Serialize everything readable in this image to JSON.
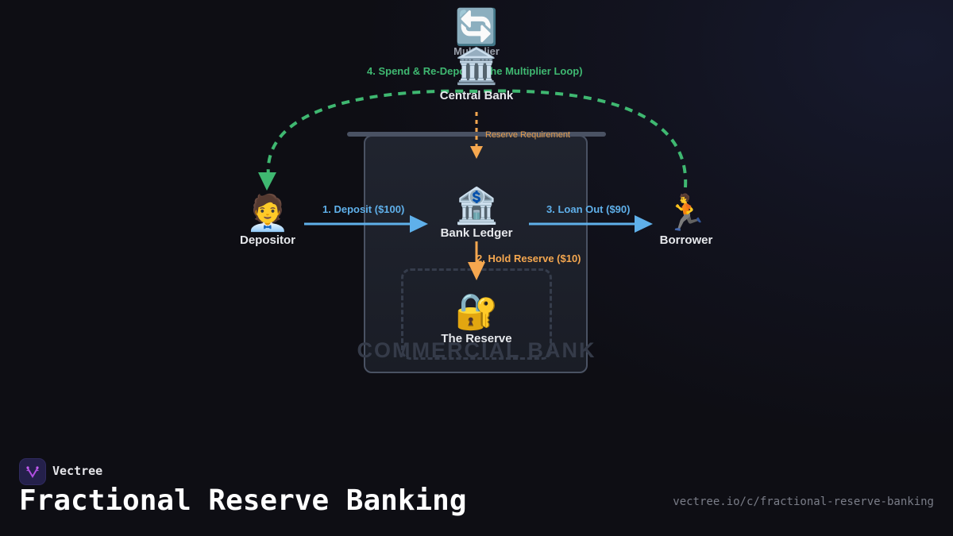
{
  "diagram": {
    "container_label": "COMMERCIAL BANK",
    "nodes": {
      "multiplier": {
        "icon": "🔄",
        "label": "Multiplier"
      },
      "central_bank": {
        "icon": "🏛️",
        "label": "Central Bank"
      },
      "depositor": {
        "icon": "🧑‍💼",
        "label": "Depositor"
      },
      "bank_ledger": {
        "icon": "🏦",
        "label": "Bank Ledger"
      },
      "borrower": {
        "icon": "🏃",
        "label": "Borrower"
      },
      "reserve": {
        "icon": "🔐",
        "label": "The Reserve"
      }
    },
    "edges": {
      "deposit": {
        "label": "1. Deposit ($100)",
        "color": "#5fb0ea"
      },
      "hold_reserve": {
        "label": "2. Hold Reserve ($10)",
        "color": "#f5a74f"
      },
      "loan_out": {
        "label": "3. Loan Out ($90)",
        "color": "#5fb0ea"
      },
      "multiplier_loop": {
        "label": "4. Spend & Re-Deposit (The Multiplier Loop)",
        "color": "#3fb871"
      },
      "reserve_requirement": {
        "label": "Reserve Requirement",
        "color": "#f5a74f"
      }
    }
  },
  "footer": {
    "brand": "Vectree",
    "title": "Fractional Reserve Banking",
    "url": "vectree.io/c/fractional-reserve-banking"
  }
}
